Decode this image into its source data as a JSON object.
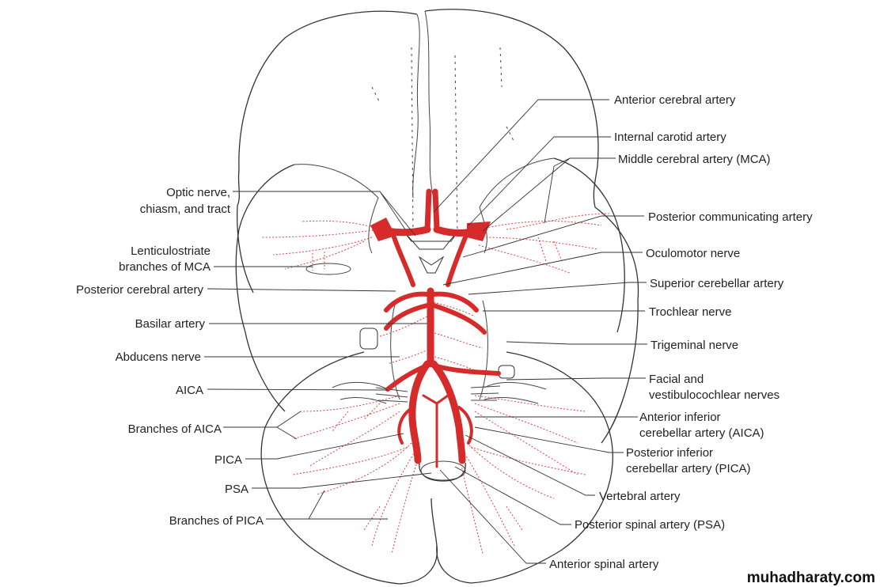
{
  "labels": {
    "anterior_cerebral_artery": "Anterior cerebral artery",
    "internal_carotid_artery": "Internal carotid artery",
    "middle_cerebral_artery": "Middle cerebral artery (MCA)",
    "posterior_communicating_artery": "Posterior communicating artery",
    "oculomotor_nerve": "Oculomotor nerve",
    "superior_cerebellar_artery": "Superior cerebellar artery",
    "trochlear_nerve": "Trochlear nerve",
    "trigeminal_nerve": "Trigeminal nerve",
    "facial_vestibulocochlear_line1": "Facial and",
    "facial_vestibulocochlear_line2": "vestibulocochlear nerves",
    "aica_full_line1": "Anterior inferior",
    "aica_full_line2": "cerebellar artery (AICA)",
    "pica_full_line1": "Posterior inferior",
    "pica_full_line2": "cerebellar artery (PICA)",
    "vertebral_artery": "Vertebral artery",
    "posterior_spinal_artery": "Posterior spinal artery (PSA)",
    "anterior_spinal_artery": "Anterior spinal artery",
    "optic_nerve_line1": "Optic nerve,",
    "optic_nerve_line2": "chiasm, and tract",
    "lenticulostriate_line1": "Lenticulostriate",
    "lenticulostriate_line2": "branches of MCA",
    "posterior_cerebral_artery": "Posterior cerebral artery",
    "basilar_artery": "Basilar artery",
    "abducens_nerve": "Abducens nerve",
    "aica": "AICA",
    "branches_of_aica": "Branches of AICA",
    "pica": "PICA",
    "psa": "PSA",
    "branches_of_pica": "Branches of PICA"
  },
  "watermark": "muhadharaty.com",
  "colors": {
    "artery": "#d62b2b",
    "outline": "#333333",
    "background": "#ffffff"
  }
}
